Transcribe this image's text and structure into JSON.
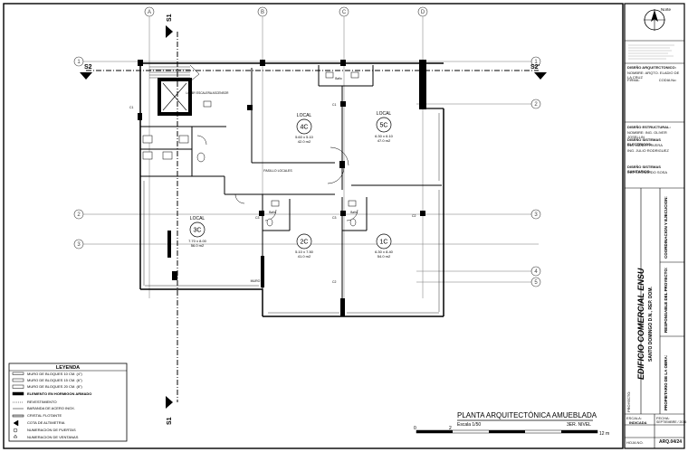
{
  "plan": {
    "title": "PLANTA ARQUITECTÓNICA AMUEBLADA",
    "scale": "Escala 1/50",
    "level": "3ER. NIVEL",
    "scale_bar": {
      "zero": "0",
      "two": "2",
      "twelve": "12 m"
    },
    "axes_top": [
      "A",
      "B",
      "C",
      "D"
    ],
    "axes_left": [
      "1",
      "2",
      "3"
    ],
    "axes_right": [
      "1",
      "2",
      "3",
      "4",
      "5"
    ],
    "sections": {
      "s1": "S1",
      "s2": "S2",
      "s2p": "S2'",
      "s1_bottom": "S1"
    },
    "units": [
      {
        "label": "LOCAL",
        "code": "4C",
        "dims": "5.60 x 5.10",
        "area": "42.0 m2"
      },
      {
        "label": "LOCAL",
        "code": "5C",
        "dims": "6.30 x 6.10",
        "area": "47.0 m2"
      },
      {
        "label": "LOCAL",
        "code": "3C",
        "dims": "7.70 x 8.00",
        "area": "56.0 m2"
      },
      {
        "label": "LOCAL",
        "code": "2C",
        "dims": "5.10 x 7.50",
        "area": "41.0 m2"
      },
      {
        "label": "LOCAL",
        "code": "1C",
        "dims": "6.30 x 8.40",
        "area": "54.0 m2"
      }
    ],
    "room_labels": {
      "lobby": "LOBBY\nESCALERA\nASCENSOR",
      "pasillo": "PASILLO LOCALES",
      "bano1": "Baño",
      "bano2": "Baño",
      "bano3": "Baño"
    },
    "column_tags": [
      "C1",
      "C2",
      "C3",
      "C1",
      "C2",
      "C3"
    ],
    "wall_tag": "MURO"
  },
  "legend": {
    "title": "LEYENDA",
    "items": [
      "MURO DE BLOQUES 10 CM. (4\")",
      "MURO DE BLOQUES 15 CM. (6\")",
      "MURO DE BLOQUES 20 CM. (8\")",
      "ELEMENTO EN HORMIGON ARMADO",
      "REVESTIMIENTO",
      "BARANDA DE ACERO INOX.",
      "CRISTAL FLOTANTE",
      "COTA DE ALTIMETRIA",
      "NUMERACION DE PUERTAS",
      "NUMERACION DE VENTANAS"
    ]
  },
  "title_block": {
    "north": "Norte",
    "diseno_arq": "DISEÑO ARQUITECTONICO:",
    "diseno_arq_name": "ARQTO. ELADIO DE LA CRUZ",
    "diseno_est": "DISEÑO ESTRUCTURAL:",
    "diseno_est_name": "ING. OLIVER JOSELLIN",
    "diseno_elec": "DISEÑO SISTEMAS ELECTRICOS:",
    "diseno_elec_name": "ING. ABNER RIVERA",
    "diseno_elec_name2": "ING. JULIO RODRIGUEZ",
    "diseno_san": "DISEÑO SISTEMAS SANITARIOS:",
    "diseno_san_name": "ING. LEONARDO SOSA",
    "proyecto_label": "PROYECTO:",
    "project_name": "EDIFICIO COMERCIAL ENSU",
    "project_loc": "SANTO DOMINGO D.N., REP. DOM.",
    "coordinacion": "COORDINACION Y EJECUCION:",
    "responsable": "RESPONSABLE DEL PROYECTO:",
    "propietario": "PROPIETARIO DE LA OBRA:",
    "escala_label": "ESCALA:",
    "escala_value": "INDICADA",
    "fecha_label": "FECHA:",
    "fecha_value": "SEPTIEMBRE / 2016",
    "hoja_label": "HOJA NO.",
    "hoja_value": "ARQ.04/24",
    "codia_label": "CODIA No:",
    "nombre_label": "NOMBRE:",
    "firma_label": "FIRMA:"
  }
}
